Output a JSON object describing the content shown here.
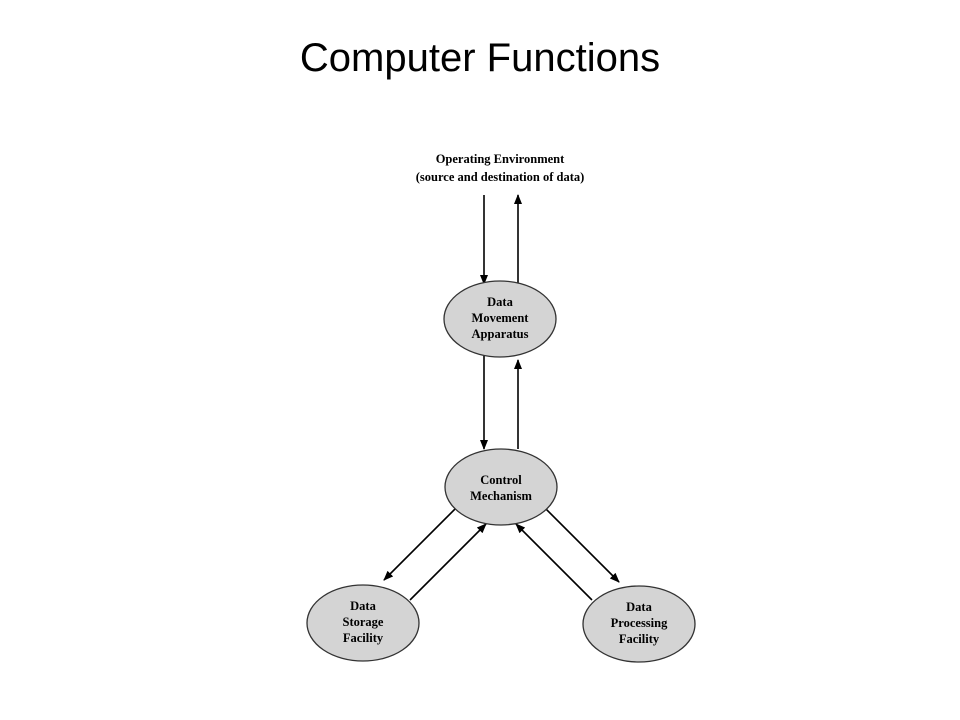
{
  "slide": {
    "title": "Computer Functions"
  },
  "diagram": {
    "environment": {
      "line1": "Operating Environment",
      "line2": "(source and destination of data)"
    },
    "nodes": {
      "data_movement": [
        "Data",
        "Movement",
        "Apparatus"
      ],
      "control": [
        "Control",
        "Mechanism"
      ],
      "data_storage": [
        "Data",
        "Storage",
        "Facility"
      ],
      "data_processing": [
        "Data",
        "Processing",
        "Facility"
      ]
    },
    "colors": {
      "node_fill": "#d4d4d4",
      "node_stroke": "#333333",
      "arrow": "#000000"
    }
  }
}
